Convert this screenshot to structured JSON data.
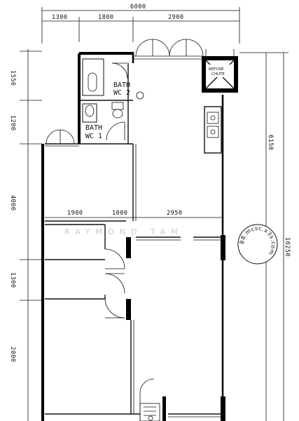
{
  "dimensions": {
    "top_overall": "6000",
    "top_segments": [
      "1300",
      "1800",
      "2900"
    ],
    "left_segments": [
      "1550",
      "1200",
      "4000",
      "1300",
      "2800"
    ],
    "right_segments": [
      "6150",
      "10250"
    ],
    "interior_segments": [
      "1900",
      "1000",
      "2950"
    ]
  },
  "rooms": {
    "bath2": [
      "BATH",
      "WC 2"
    ],
    "bath1": [
      "BATH",
      "WC 1"
    ],
    "refuse": [
      "REFUSE",
      "CHUTE"
    ]
  },
  "watermark": "RAYMOND TAM",
  "stamp": "88.mcsc.x3s.com"
}
